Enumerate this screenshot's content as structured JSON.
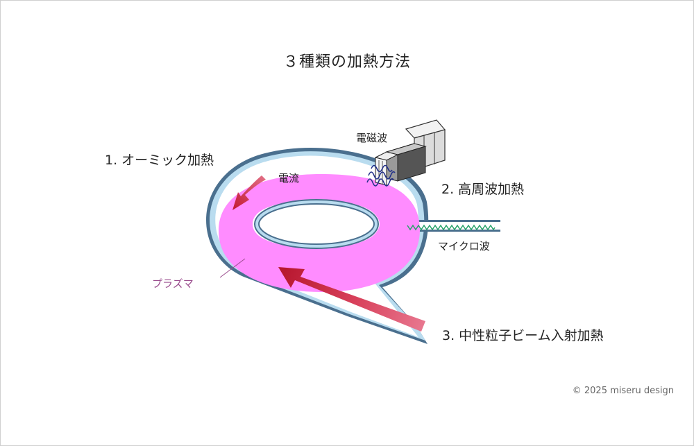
{
  "title": "３種類の加熱方法",
  "methods": {
    "ohmic": "1. オーミック加熱",
    "rf": "2. 高周波加熱",
    "nbi": "3. 中性粒子ビーム入射加熱"
  },
  "labels": {
    "electromagnetic_wave": "電磁波",
    "current": "電流",
    "microwave": "マイクロ波",
    "plasma": "プラズマ"
  },
  "copyright": "© 2025 miseru design",
  "colors": {
    "vessel_wall": "#5b8db8",
    "plasma": "#ff8cff",
    "current_arrow": "#c8203a",
    "em_wave": "#22308a",
    "microwave": "#2aa36b",
    "plasma_label": "#9a4d8e"
  }
}
